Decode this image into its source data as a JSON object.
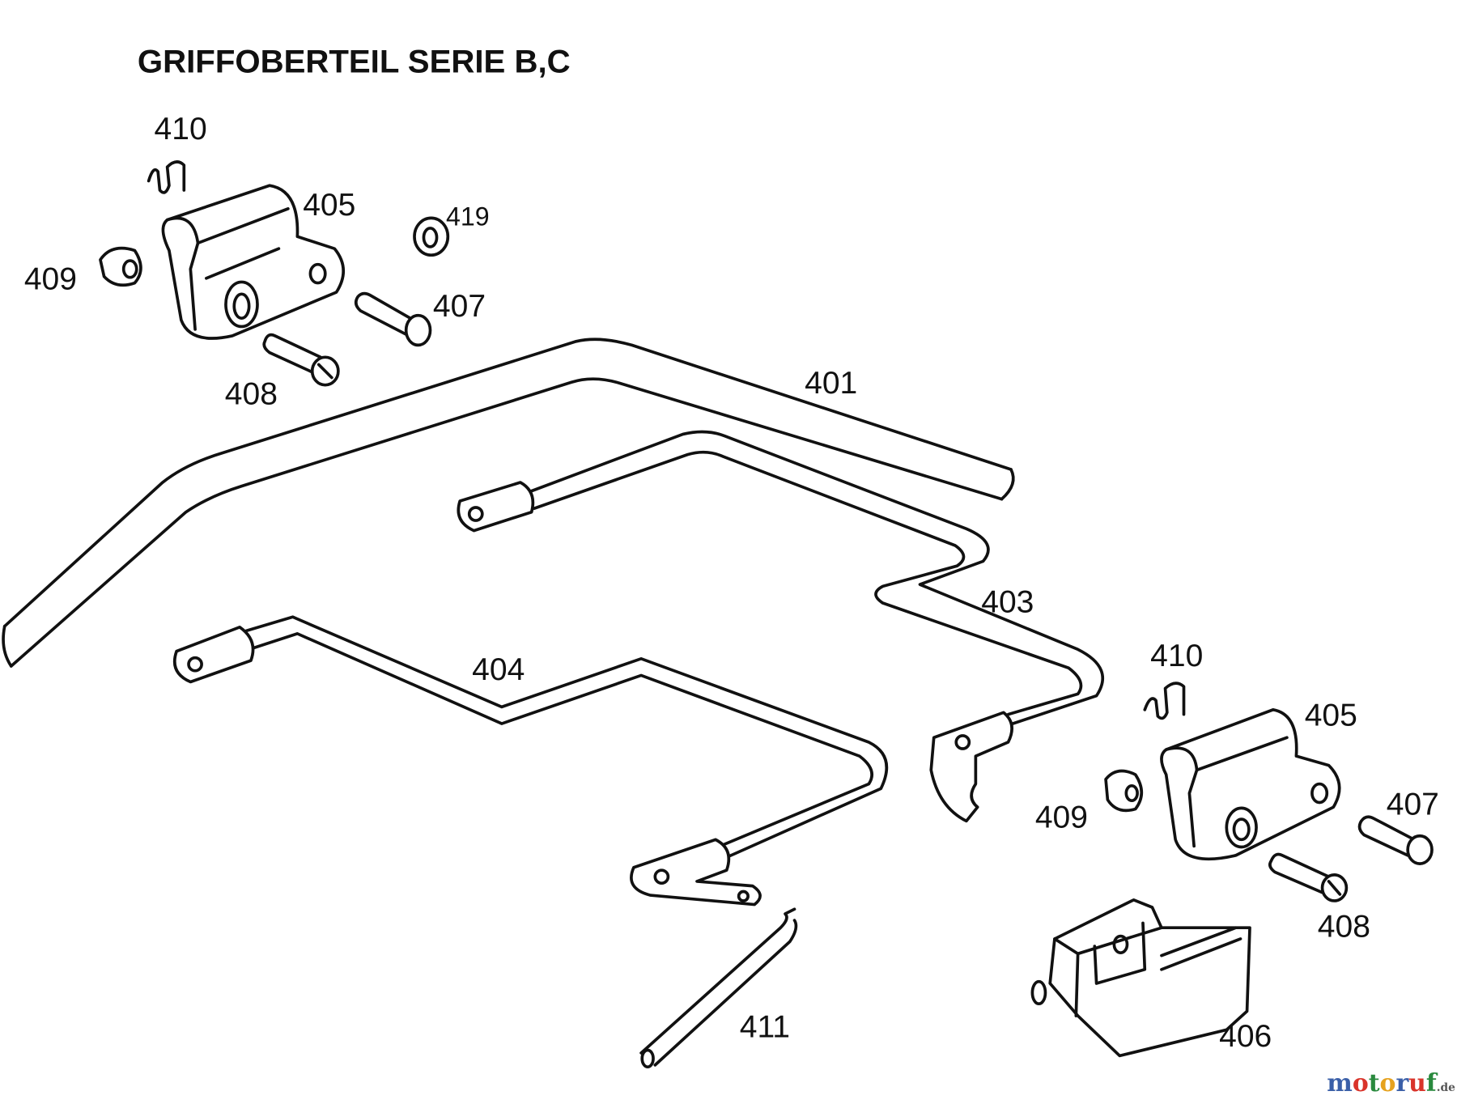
{
  "title": "GRIFFOBERTEIL SERIE B,C",
  "labels": {
    "p410a": "410",
    "p405a": "405",
    "p419": "419",
    "p409a": "409",
    "p407a": "407",
    "p408a": "408",
    "p401": "401",
    "p403": "403",
    "p404": "404",
    "p410b": "410",
    "p405b": "405",
    "p409b": "409",
    "p407b": "407",
    "p408b": "408",
    "p411": "411",
    "p406": "406"
  },
  "logo": {
    "m": "m",
    "o1": "o",
    "t": "t",
    "o2": "o",
    "r": "r",
    "u": "u",
    "f": "f",
    "tld": ".de"
  },
  "colors": {
    "m": "#3a5fa8",
    "o1": "#d9342b",
    "t": "#2a8a3e",
    "o2": "#e6a21e",
    "r": "#3a5fa8",
    "u": "#d9342b",
    "f": "#2a8a3e",
    "tld": "#555555"
  }
}
